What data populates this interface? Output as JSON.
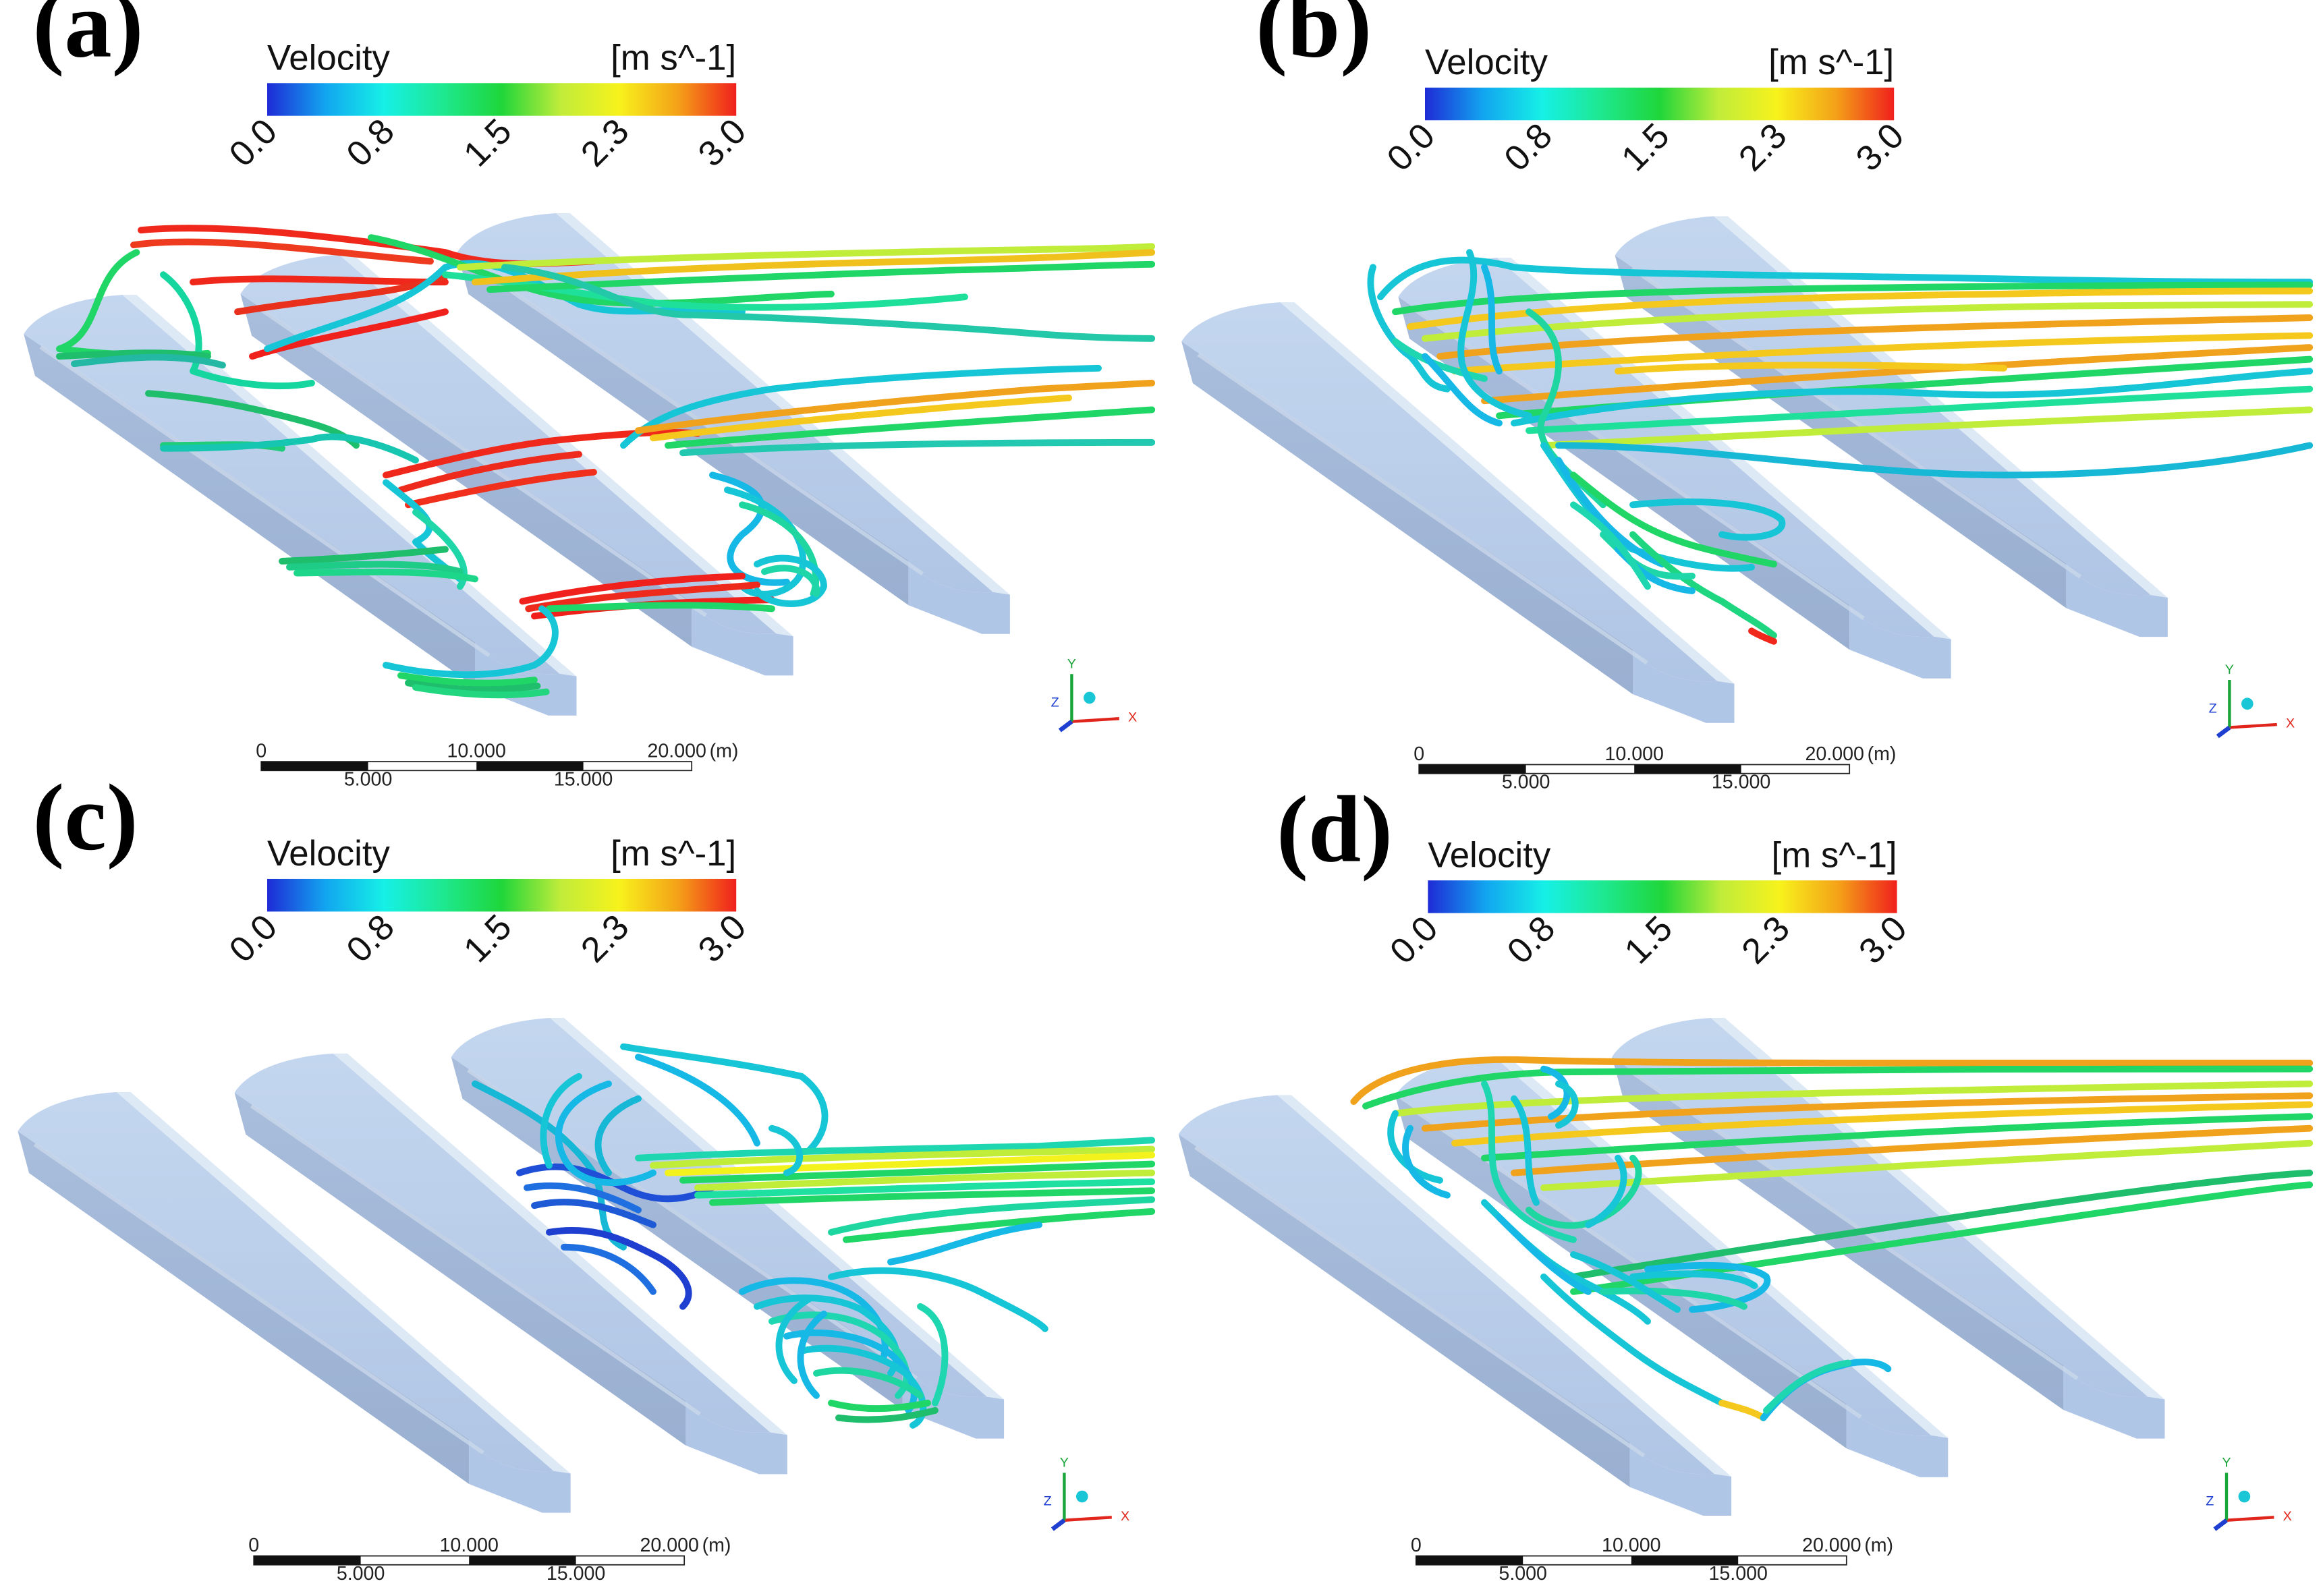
{
  "colors": {
    "velocity_gradient": [
      "#1e2bd6",
      "#12a6f0",
      "#16f0e6",
      "#1ee890",
      "#1fd63a",
      "#c0ec3a",
      "#f7f21c",
      "#f4a218",
      "#f0201c"
    ],
    "channel_fill": "#a9c3e6",
    "channel_edge": "#d8e4f2",
    "axis_x": "#e0261c",
    "axis_y": "#1aa53a",
    "axis_z": "#1f3fd0"
  },
  "panels": [
    {
      "id": "a",
      "label": "(a)",
      "colorbar": {
        "title": "Velocity",
        "unit": "[m s^-1]",
        "ticks": [
          "0.0",
          "0.8",
          "1.5",
          "2.3",
          "3.0"
        ]
      },
      "scale_bar": {
        "top_labels": [
          "0",
          "10.000",
          "20.000",
          "(m)"
        ],
        "bottom_labels": [
          "5.000",
          "15.000"
        ]
      },
      "axes": {
        "x": "X",
        "y": "Y",
        "z": "Z"
      }
    },
    {
      "id": "b",
      "label": "(b)",
      "colorbar": {
        "title": "Velocity",
        "unit": "[m s^-1]",
        "ticks": [
          "0.0",
          "0.8",
          "1.5",
          "2.3",
          "3.0"
        ]
      },
      "scale_bar": {
        "top_labels": [
          "0",
          "10.000",
          "20.000",
          "(m)"
        ],
        "bottom_labels": [
          "5.000",
          "15.000"
        ]
      },
      "axes": {
        "x": "X",
        "y": "Y",
        "z": "Z"
      }
    },
    {
      "id": "c",
      "label": "(c)",
      "colorbar": {
        "title": "Velocity",
        "unit": "[m s^-1]",
        "ticks": [
          "0.0",
          "0.8",
          "1.5",
          "2.3",
          "3.0"
        ]
      },
      "scale_bar": {
        "top_labels": [
          "0",
          "10.000",
          "20.000",
          "(m)"
        ],
        "bottom_labels": [
          "5.000",
          "15.000"
        ]
      },
      "axes": {
        "x": "X",
        "y": "Y",
        "z": "Z"
      }
    },
    {
      "id": "d",
      "label": "(d)",
      "colorbar": {
        "title": "Velocity",
        "unit": "[m s^-1]",
        "ticks": [
          "0.0",
          "0.8",
          "1.5",
          "2.3",
          "3.0"
        ]
      },
      "scale_bar": {
        "top_labels": [
          "0",
          "10.000",
          "20.000",
          "(m)"
        ],
        "bottom_labels": [
          "5.000",
          "15.000"
        ]
      },
      "axes": {
        "x": "X",
        "y": "Y",
        "z": "Z"
      }
    }
  ]
}
